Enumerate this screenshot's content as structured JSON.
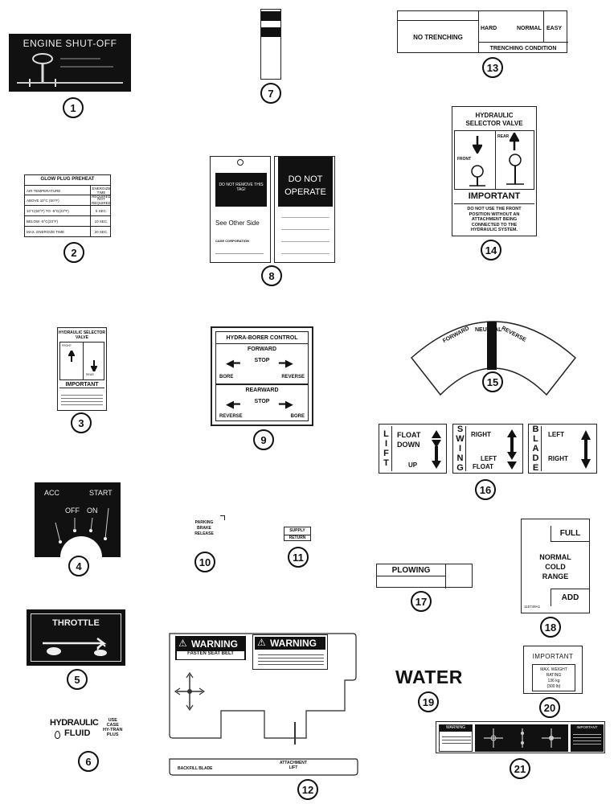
{
  "callouts": [
    "1",
    "2",
    "3",
    "4",
    "5",
    "6",
    "7",
    "8",
    "9",
    "10",
    "11",
    "12",
    "13",
    "14",
    "15",
    "16",
    "17",
    "18",
    "19",
    "20",
    "21"
  ],
  "decal1": {
    "title": "ENGINE SHUT-OFF"
  },
  "decal2": {
    "title": "GLOW PLUG PREHEAT",
    "headers": [
      "AIR TEMPERATURE",
      "ENERGIZE TIME REQUIRED"
    ],
    "rows": [
      {
        "temp": "ABOVE 10°C (50°F)",
        "time": "NOT REQUIRED"
      },
      {
        "temp": "10°C(50°F) TO -5°C(23°F)",
        "time": "5 SEC."
      },
      {
        "temp": "BELOW -5°C(23°F)",
        "time": "10 SEC."
      },
      {
        "temp": "MAX. ENERGIZE TIME",
        "time": "20 SEC."
      }
    ]
  },
  "decal3": {
    "title": "HYDRAULIC SELECTOR VALVE",
    "front": "FRONT",
    "rear": "REAR",
    "important": "IMPORTANT"
  },
  "decal4": {
    "acc": "ACC",
    "start": "START",
    "off": "OFF",
    "on": "ON"
  },
  "decal5": {
    "title": "THROTTLE"
  },
  "decal6": {
    "title_line1": "HYDRAULIC",
    "title_line2": "FLUID",
    "use_line1": "USE",
    "use_line2": "CASE",
    "use_line3": "HY-TRAN",
    "use_line4": "PLUS"
  },
  "decal8": {
    "left_header": "DO NOT REMOVE THIS TAG!",
    "see_other_side": "See Other Side",
    "company": "CASE CORPORATION",
    "right_line1": "DO NOT",
    "right_line2": "OPERATE"
  },
  "decal9": {
    "title": "HYDRA-BORER CONTROL",
    "forward": "FORWARD",
    "stop": "STOP",
    "bore": "BORE",
    "reverse": "REVERSE",
    "rearward": "REARWARD"
  },
  "decal10": {
    "line1": "PARKING",
    "line2": "BRAKE",
    "line3": "RELEASE"
  },
  "decal11": {
    "line1": "SUPPLY",
    "line2": "RETURN"
  },
  "decal12": {
    "warning1": "WARNING",
    "warning1_sub": "FASTEN SEAT BELT",
    "warning2": "WARNING",
    "backfill": "BACKFILL BLADE",
    "attachment_line1": "ATTACHMENT",
    "attachment_line2": "LIFT"
  },
  "decal13": {
    "no_trenching": "NO TRENCHING",
    "hard": "HARD",
    "normal": "NORMAL",
    "easy": "EASY",
    "condition": "TRENCHING CONDITION"
  },
  "decal14": {
    "title_line1": "HYDRAULIC",
    "title_line2": "SELECTOR VALVE",
    "front": "FRONT",
    "rear": "REAR",
    "important": "IMPORTANT",
    "warn_line1": "DO NOT USE THE FRONT",
    "warn_line2": "POSITION WITHOUT AN",
    "warn_line3": "ATTACHMENT BEING",
    "warn_line4": "CONNECTED TO THE",
    "warn_line5": "HYDRAULIC SYSTEM."
  },
  "decal15": {
    "forward": "FORWARD",
    "neutral": "NEUTRAL",
    "reverse": "REVERSE"
  },
  "decal16": {
    "lift": [
      "L",
      "I",
      "F",
      "T"
    ],
    "float": "FLOAT",
    "down": "DOWN",
    "up": "UP",
    "swing": [
      "S",
      "W",
      "I",
      "N",
      "G"
    ],
    "right": "RIGHT",
    "left": "LEFT",
    "float2": "FLOAT",
    "blade": [
      "B",
      "L",
      "A",
      "D",
      "E"
    ],
    "left2": "LEFT",
    "right2": "RIGHT"
  },
  "decal17": {
    "label": "PLOWING"
  },
  "decal18": {
    "full": "FULL",
    "line1": "NORMAL",
    "line2": "COLD",
    "line3": "RANGE",
    "add": "ADD",
    "part": "115749A1"
  },
  "decal19": {
    "label": "WATER"
  },
  "decal20": {
    "title": "IMPORTANT",
    "line1": "MAX. WEIGHT",
    "line2": "RATING",
    "line3": "136 kg",
    "line4": "(300 lb)"
  },
  "decal21": {
    "warning": "WARNING",
    "important": "IMPORTANT"
  }
}
